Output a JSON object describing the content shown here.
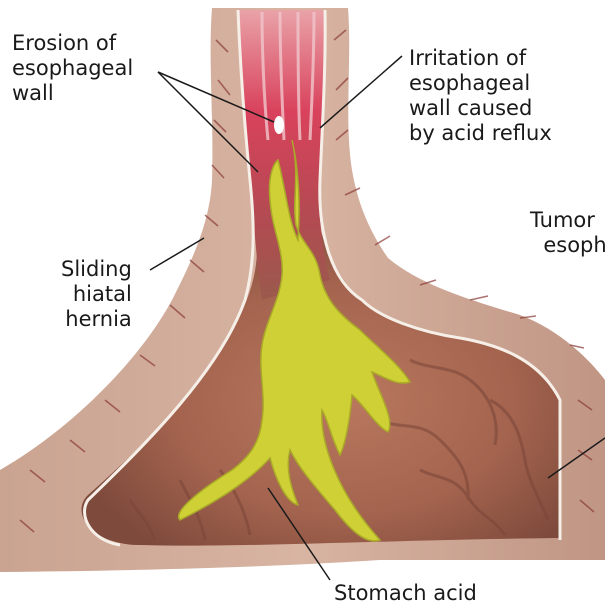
{
  "labels": {
    "erosion": "Erosion of\nesophageal\nwall",
    "irritation": "Irritation of\nesophageal\nwall caused\nby acid reflux",
    "sliding": "Sliding\nhiatal\nhernia",
    "tumor": "Tumor\n  esoph",
    "acid": "Stomach acid"
  },
  "colors": {
    "wall": "#c9a494",
    "wall_dark": "#9a6a5c",
    "lumen": "#b67a68",
    "mucosa_red": "#d2405a",
    "mucosa_pink": "#e48e9a",
    "acid": "#cfd036",
    "line": "#1a1a1a"
  }
}
